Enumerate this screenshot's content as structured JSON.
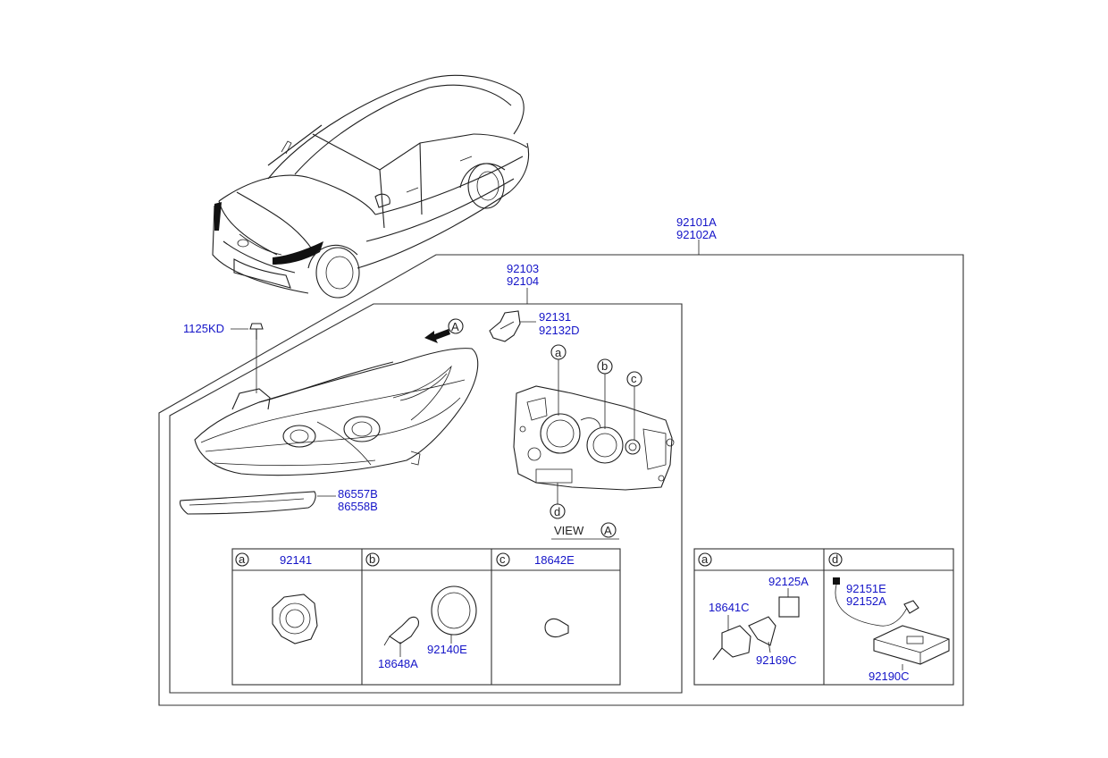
{
  "parts": {
    "headlamp_assy": [
      "92101A",
      "92102A"
    ],
    "lamp_body": [
      "92103",
      "92104"
    ],
    "bracket": [
      "92131",
      "92132D"
    ],
    "bolt": "1125KD",
    "garnish": [
      "86557B",
      "86558B"
    ],
    "box_a_bulb": "92141",
    "box_b_socket": "18648A",
    "box_b_cap": "92140E",
    "box_c_bulb": "18642E",
    "box_a2_bulb": "18641C",
    "box_a2_cap": "92125A",
    "box_a2_bracket": "92169C",
    "box_d_wire": [
      "92151E",
      "92152A"
    ],
    "box_d_ballast": "92190C"
  },
  "callouts": {
    "a": "a",
    "b": "b",
    "c": "c",
    "d": "d",
    "A": "A"
  },
  "view_label": "VIEW"
}
